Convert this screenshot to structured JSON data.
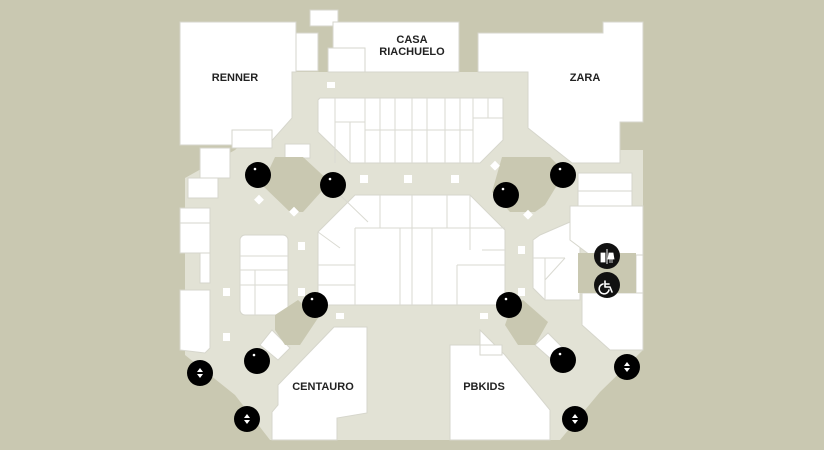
{
  "map": {
    "stores": [
      {
        "id": "renner",
        "name": "RENNER"
      },
      {
        "id": "casa-riachuelo",
        "name_line1": "CASA",
        "name_line2": "RIACHUELO"
      },
      {
        "id": "zara",
        "name": "ZARA"
      },
      {
        "id": "centauro",
        "name": "CENTAURO"
      },
      {
        "id": "pbkids",
        "name": "PBKIDS"
      }
    ],
    "amenities": {
      "escalators": 8,
      "elevators": 4,
      "restroom": "restroom-icon",
      "accessible": "wheelchair-icon"
    },
    "colors": {
      "background": "#c9c8b1",
      "corridor": "#e2e2d5",
      "store": "#ffffff",
      "icon": "#111111"
    }
  }
}
